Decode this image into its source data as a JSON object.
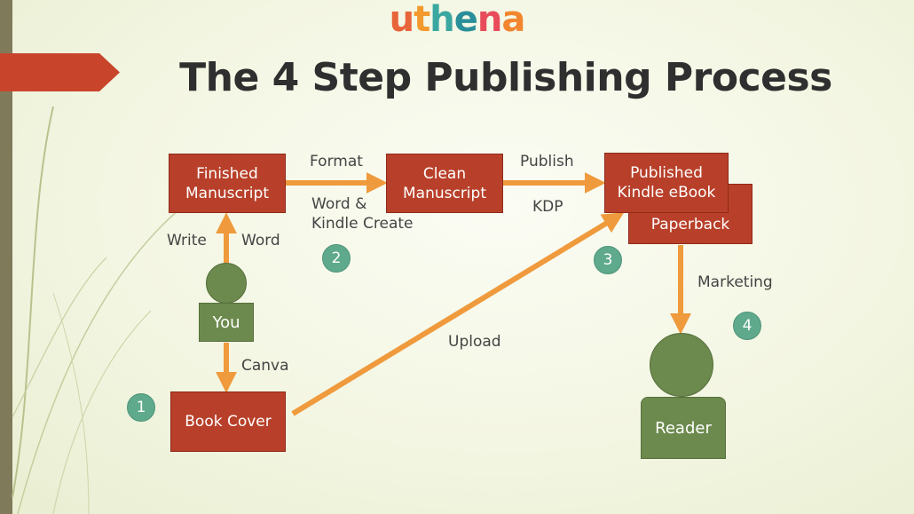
{
  "logo": {
    "text": [
      "u",
      "t",
      "h",
      "e",
      "n",
      "a"
    ],
    "colors": [
      "#e8643a",
      "#f29a2e",
      "#3aa7a0",
      "#2a8f9a",
      "#e84b5a",
      "#f2862e"
    ]
  },
  "title": "The 4 Step Publishing Process",
  "boxes": {
    "finished_manuscript": "Finished\nManuscript",
    "clean_manuscript": "Clean\nManuscript",
    "published_kindle": "Published\nKindle eBook",
    "paperback": "Paperback",
    "book_cover": "Book Cover"
  },
  "people": {
    "you": "You",
    "reader": "Reader"
  },
  "labels": {
    "format": "Format",
    "word_kindle_create": "Word &\nKindle Create",
    "publish": "Publish",
    "kdp": "KDP",
    "write": "Write",
    "word": "Word",
    "canva": "Canva",
    "upload": "Upload",
    "marketing": "Marketing"
  },
  "steps": [
    "1",
    "2",
    "3",
    "4"
  ],
  "colors": {
    "box_red": "#b8402a",
    "person_green": "#6c8a4d",
    "arrow_orange": "#ef9a3c",
    "step_teal": "#5fa98c"
  }
}
